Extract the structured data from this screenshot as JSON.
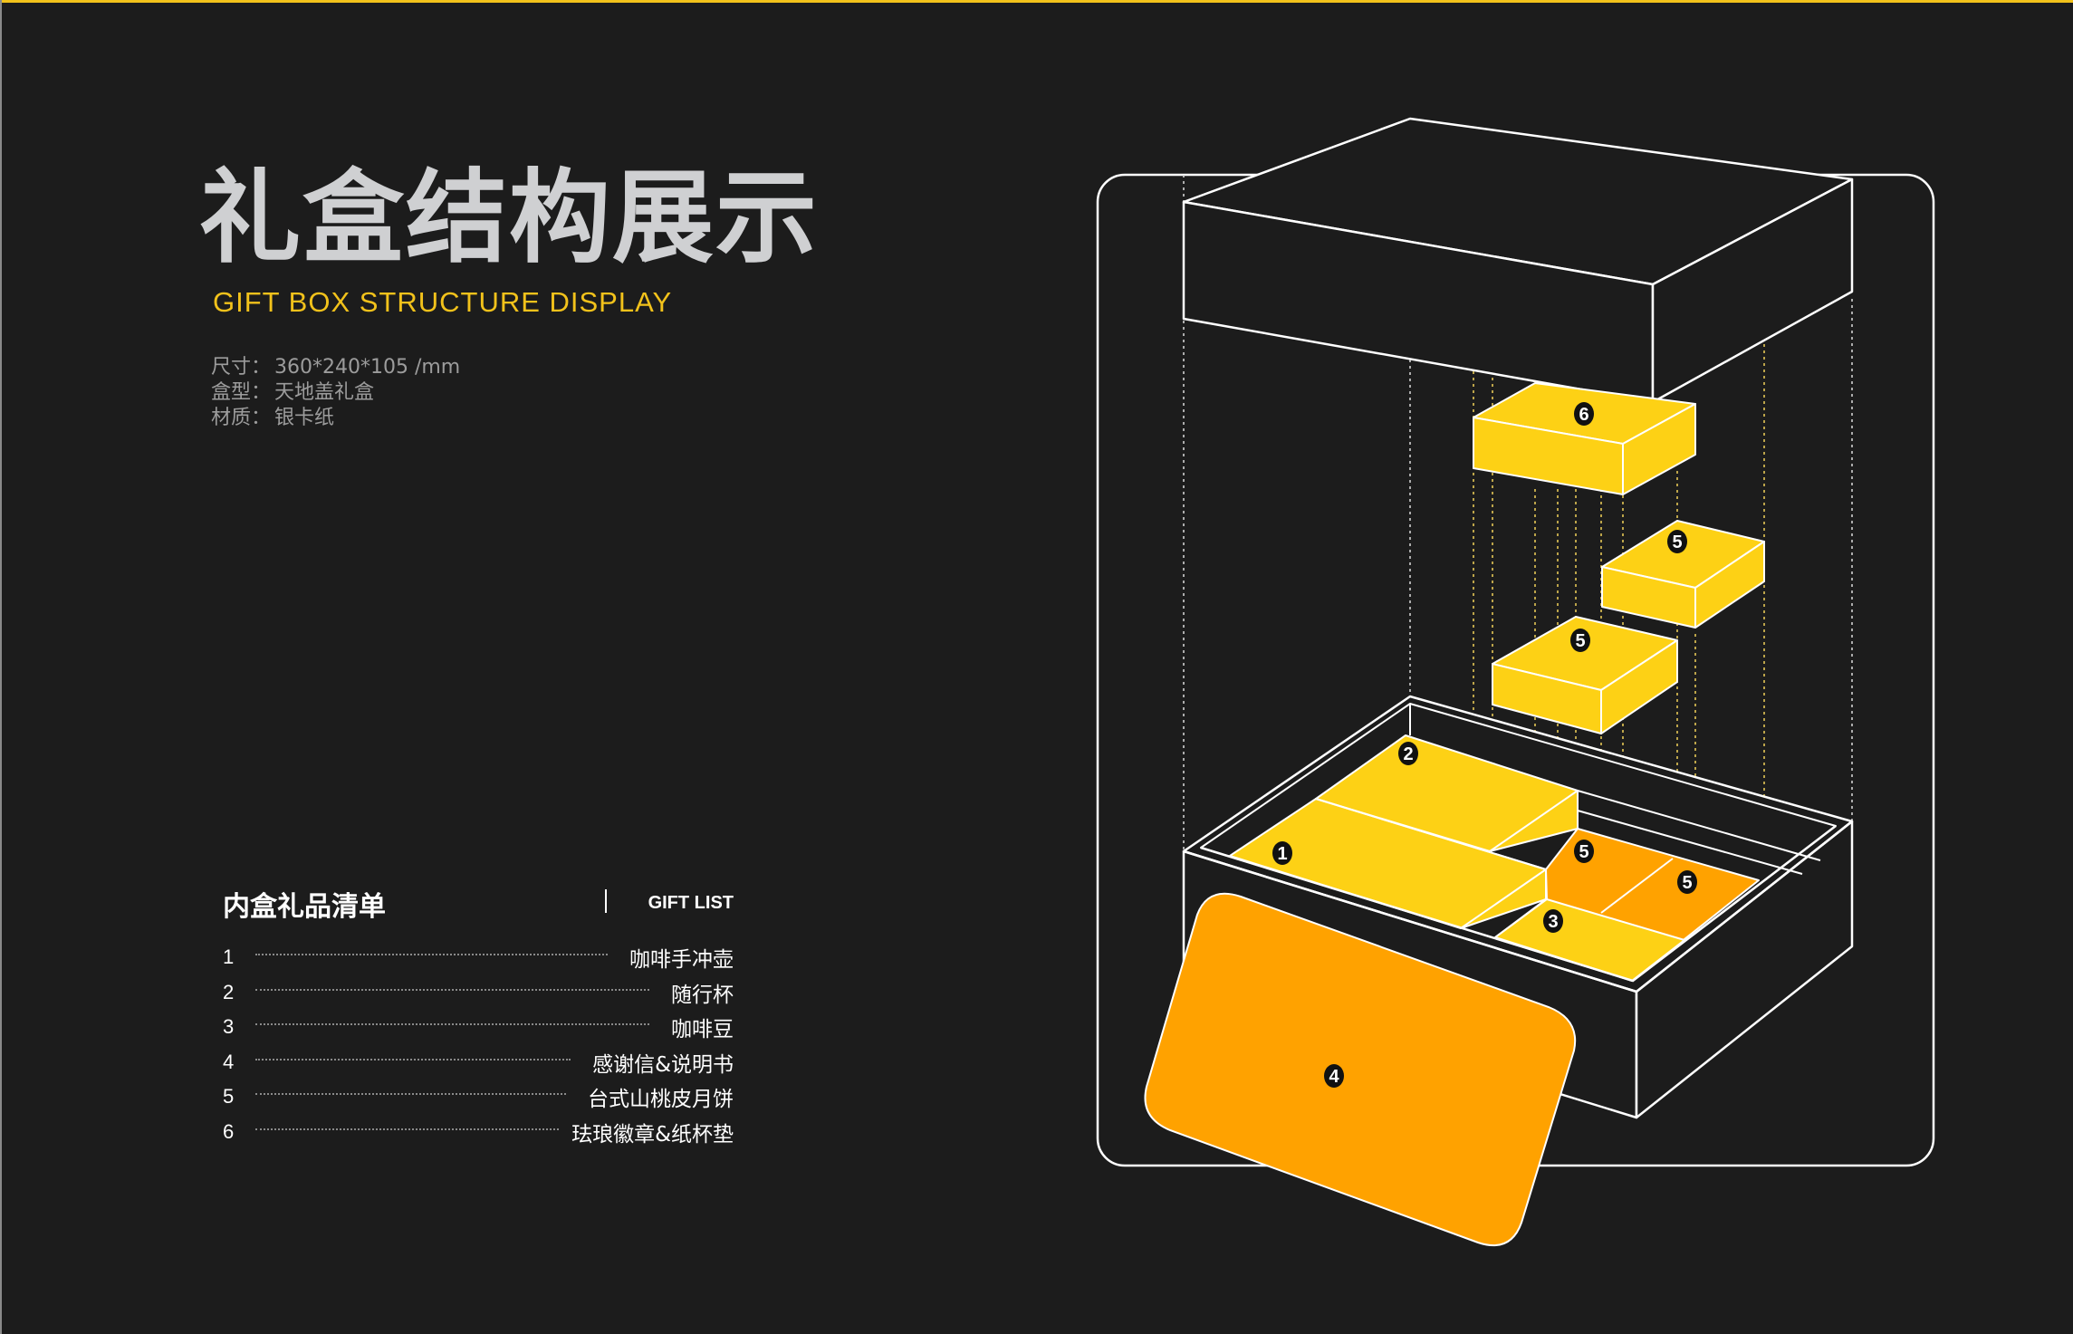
{
  "header": {
    "title": "礼盒结构展示",
    "subtitle": "GIFT BOX STRUCTURE DISPLAY"
  },
  "specs": [
    {
      "label": "尺寸：",
      "value": "360*240*105 /mm"
    },
    {
      "label": "盒型：",
      "value": "天地盖礼盒"
    },
    {
      "label": "材质：",
      "value": "银卡纸"
    }
  ],
  "gift_list": {
    "title": "内盒礼品清单",
    "title_en": "GIFT LIST",
    "items": [
      {
        "num": "1",
        "name": "咖啡手冲壶"
      },
      {
        "num": "2",
        "name": "随行杯"
      },
      {
        "num": "3",
        "name": "咖啡豆"
      },
      {
        "num": "4",
        "name": "感谢信&说明书"
      },
      {
        "num": "5",
        "name": "台式山桃皮月饼"
      },
      {
        "num": "6",
        "name": "珐琅徽章&纸杯垫"
      }
    ]
  },
  "diagram": {
    "badges": {
      "lid_insert": "6",
      "floating_box_upper": "5",
      "floating_box_lower": "5",
      "compartment_1": "1",
      "compartment_2": "2",
      "compartment_3": "3",
      "compartment_5a": "5",
      "compartment_5b": "5",
      "card": "4"
    }
  },
  "colors": {
    "background": "#1c1c1c",
    "accent_yellow": "#f2c21b",
    "item_yellow": "#fdd115",
    "item_orange": "#ffa200",
    "line": "#ffffff"
  }
}
